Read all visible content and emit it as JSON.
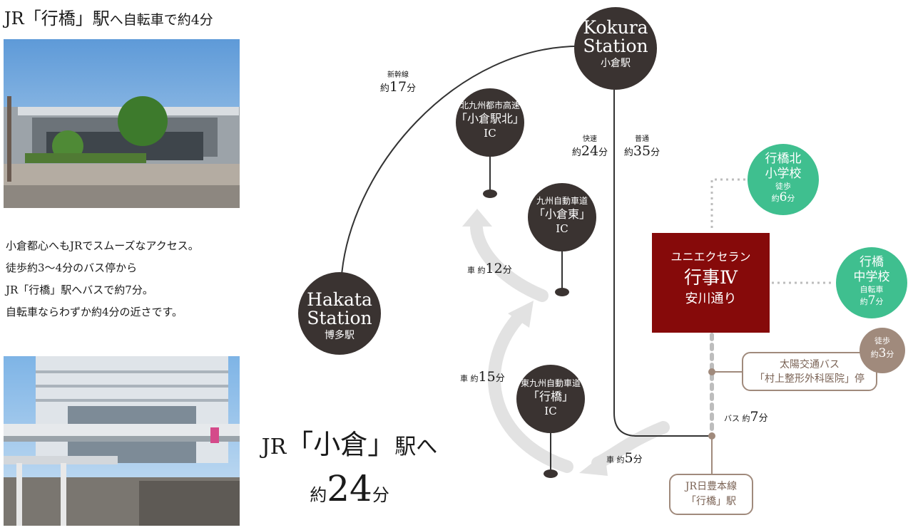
{
  "header": {
    "title_pre": "JR「行橋」駅",
    "title_post": "へ自転車で約4分"
  },
  "description": [
    "小倉都心へもJRでスムーズなアクセス。",
    "徒歩約3〜4分のバス停から",
    "JR「行橋」駅へバスで約7分。",
    "自転車ならわずか約4分の近さです。"
  ],
  "kokura_access": {
    "line1_pre": "JR",
    "line1_name": "「小倉」",
    "line1_post": "駅へ",
    "line2_pre": "約",
    "line2_num": "24",
    "line2_post": "分"
  },
  "stations": {
    "kokura": {
      "en1": "Kokura",
      "en2": "Station",
      "ja": "小倉駅"
    },
    "hakata": {
      "en1": "Hakata",
      "en2": "Station",
      "ja": "博多駅"
    }
  },
  "ics": [
    {
      "name1": "北九州都市高速",
      "name2": "「小倉駅北」",
      "name3": "IC"
    },
    {
      "name1": "九州自動車道",
      "name2": "「小倉東」",
      "name3": "IC"
    },
    {
      "name1": "東九州自動車道",
      "name2": "「行橋」",
      "name3": "IC"
    }
  ],
  "routes": {
    "shinkansen": {
      "label": "新幹線",
      "pre": "約",
      "num": "17",
      "unit": "分"
    },
    "rapid": {
      "label": "快速",
      "pre": "約",
      "num": "24",
      "unit": "分"
    },
    "local": {
      "label": "普通",
      "pre": "約",
      "num": "35",
      "unit": "分"
    },
    "car12": {
      "pre": "車 約",
      "num": "12",
      "unit": "分"
    },
    "car15": {
      "pre": "車 約",
      "num": "15",
      "unit": "分"
    },
    "car5": {
      "pre": "車 約",
      "num": "5",
      "unit": "分"
    },
    "bus7": {
      "pre": "バス 約",
      "num": "7",
      "unit": "分"
    }
  },
  "schools": {
    "elementary": {
      "name1": "行橋北",
      "name2": "小学校",
      "mode": "徒歩",
      "pre": "約",
      "num": "6",
      "unit": "分"
    },
    "junior": {
      "name1": "行橋",
      "name2": "中学校",
      "mode": "自転車",
      "pre": "約",
      "num": "7",
      "unit": "分"
    }
  },
  "property": {
    "line1": "ユニエクセラン",
    "line2": "行事Ⅳ",
    "line3": "安川通り"
  },
  "bus_stop": {
    "line1": "太陽交通バス",
    "line2": "「村上整形外科医院」停"
  },
  "bus_walk": {
    "mode": "徒歩",
    "pre": "約",
    "num": "3",
    "unit": "分"
  },
  "jr_station": {
    "line1": "JR日豊本線",
    "line2": "「行橋」駅"
  },
  "colors": {
    "dark_circle": "#3a3331",
    "green": "#3fbf8f",
    "property_red": "#860a0a",
    "brown": "#a08a7c"
  }
}
